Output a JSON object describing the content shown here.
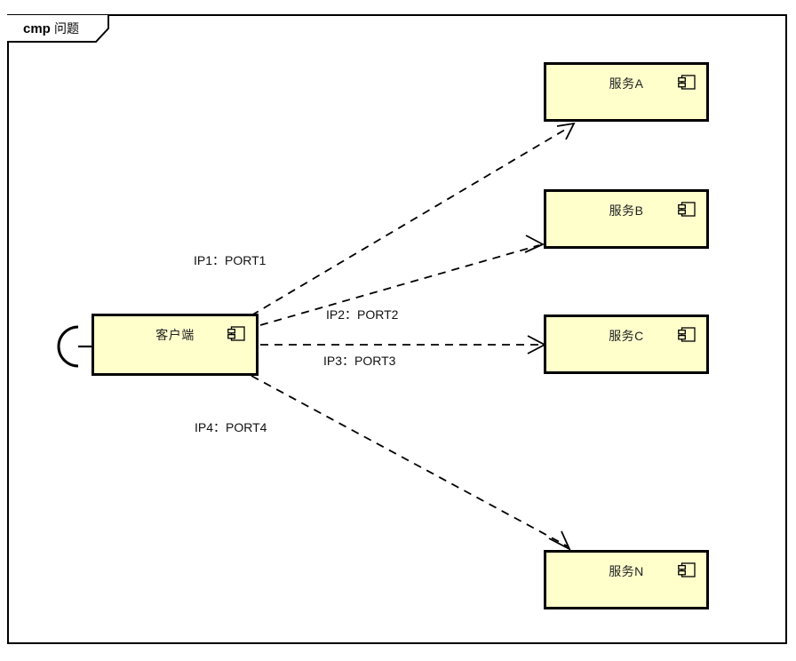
{
  "diagram": {
    "frame": {
      "keyword": "cmp",
      "name": "问题",
      "label_full": "cmp 问题"
    },
    "background_color": "#ffffff",
    "component_fill": "#ffffcc",
    "component_border": "#000000",
    "line_color": "#000000",
    "components": [
      {
        "id": "client",
        "label": "客户端",
        "icon": "component-icon",
        "has_required_interface_socket": true
      },
      {
        "id": "service-a",
        "label": "服务A",
        "icon": "component-icon",
        "has_required_interface_socket": false
      },
      {
        "id": "service-b",
        "label": "服务B",
        "icon": "component-icon",
        "has_required_interface_socket": false
      },
      {
        "id": "service-c",
        "label": "服务C",
        "icon": "component-icon",
        "has_required_interface_socket": false
      },
      {
        "id": "service-n",
        "label": "服务N",
        "icon": "component-icon",
        "has_required_interface_socket": false
      }
    ],
    "connections": [
      {
        "id": "conn-1",
        "from": "client",
        "to": "service-a",
        "label": "IP1：PORT1",
        "style": "dashed",
        "arrow": "open"
      },
      {
        "id": "conn-2",
        "from": "client",
        "to": "service-b",
        "label": "IP2：PORT2",
        "style": "dashed",
        "arrow": "open"
      },
      {
        "id": "conn-3",
        "from": "client",
        "to": "service-c",
        "label": "IP3：PORT3",
        "style": "dashed",
        "arrow": "open"
      },
      {
        "id": "conn-4",
        "from": "client",
        "to": "service-n",
        "label": "IP4：PORT4",
        "style": "dashed",
        "arrow": "open"
      }
    ]
  }
}
